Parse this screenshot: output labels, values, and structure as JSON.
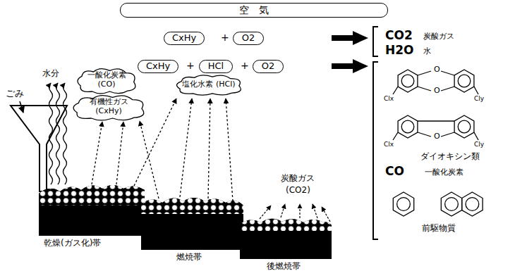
{
  "diagram": {
    "nodes": [
      {
        "text": [
          "空　気"
        ]
      },
      {
        "text": [
          "CxHy"
        ]
      },
      {
        "text": [
          "O2"
        ]
      },
      {
        "text": [
          "CxHy"
        ]
      },
      {
        "text": [
          "HCl"
        ]
      },
      {
        "text": [
          "O2"
        ]
      },
      {
        "text": [
          "一酸化炭素 (CO)"
        ]
      },
      {
        "text": [
          "有機性ガス (CxHy)"
        ]
      },
      {
        "text": [
          "塩化水素 (HCl)"
        ]
      }
    ],
    "labels": [
      "+",
      "+",
      "+",
      "CO2",
      "炭酸ガス",
      "H2O",
      "水",
      "O",
      "O",
      "Clx",
      "Cly",
      "O",
      "Clx",
      "Cly",
      "ダイオキシン類",
      "CO",
      "一酸化炭素",
      "前駆物質",
      "ごみ",
      "水分",
      "炭酸ガス",
      "(CO2)",
      "乾燥(ガス化)帯",
      "燃焼帯",
      "後燃焼帯"
    ]
  }
}
